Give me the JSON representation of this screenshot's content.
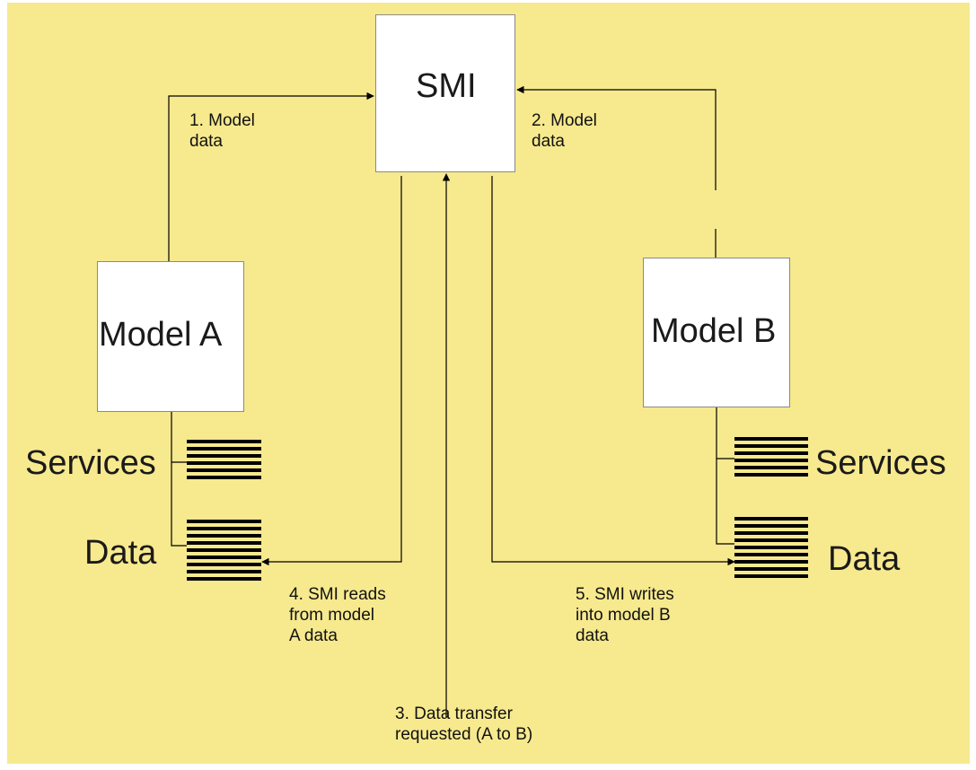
{
  "colors": {
    "background": "#f7e98e",
    "box_fill": "#ffffff",
    "lines": "#000000"
  },
  "smi": {
    "label": "SMI"
  },
  "model_a": {
    "label": "Model A",
    "services_label": "Services",
    "data_label": "Data"
  },
  "model_b": {
    "label": "Model B",
    "services_label": "Services",
    "data_label": "Data"
  },
  "steps": {
    "step1": [
      "1. Model",
      "data"
    ],
    "step2": [
      "2. Model",
      "data"
    ],
    "step3": [
      "3. Data transfer",
      "requested (A to B)"
    ],
    "step4": [
      "4. SMI reads",
      "from model",
      "A data"
    ],
    "step5": [
      "5. SMI writes",
      "into model B",
      "data"
    ]
  }
}
